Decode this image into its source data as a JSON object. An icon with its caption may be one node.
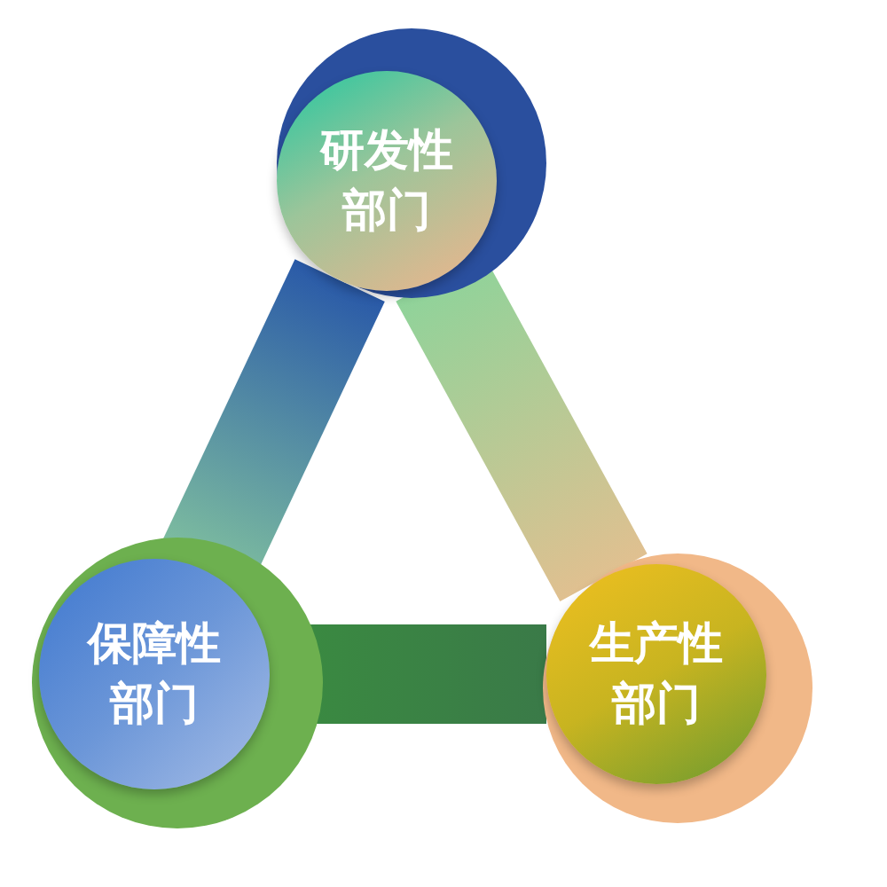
{
  "diagram": {
    "nodes": [
      {
        "text": [
          "研发性部门"
        ]
      },
      {
        "text": [
          "保障性部门"
        ]
      },
      {
        "text": [
          "生产性部门"
        ]
      }
    ],
    "edges": [
      {
        "from": 0,
        "to": 1,
        "arrow": "none"
      },
      {
        "from": 0,
        "to": 2,
        "arrow": "none"
      },
      {
        "from": 1,
        "to": 2,
        "arrow": "none"
      }
    ]
  }
}
